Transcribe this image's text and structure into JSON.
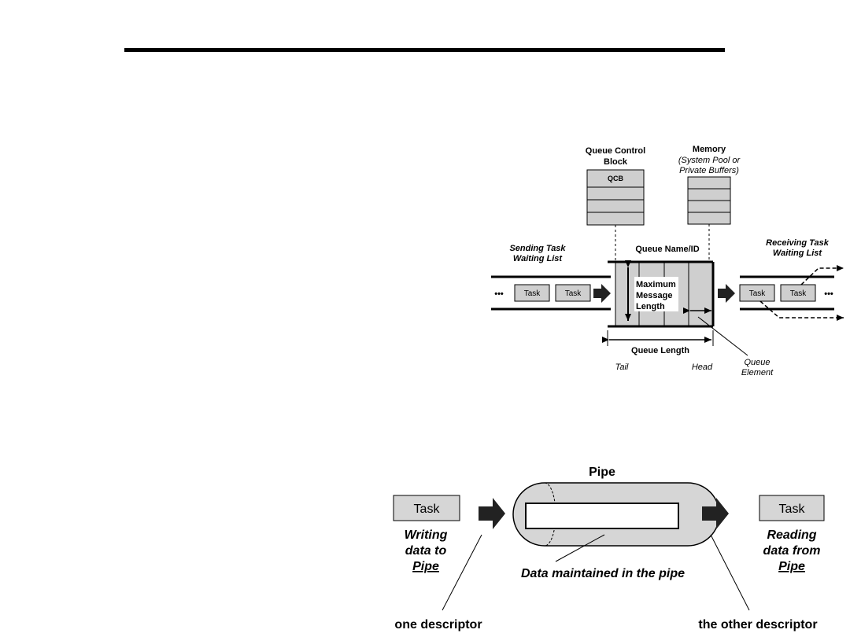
{
  "queue_diagram": {
    "qcb_title_line1": "Queue Control",
    "qcb_title_line2": "Block",
    "qcb_label": "QCB",
    "memory_title": "Memory",
    "memory_sub_line1": "(System Pool or",
    "memory_sub_line2": "Private Buffers)",
    "sending_line1": "Sending Task",
    "sending_line2": "Waiting List",
    "queue_name": "Queue Name/ID",
    "receiving_line1": "Receiving Task",
    "receiving_line2": "Waiting List",
    "task_label": "Task",
    "ellipsis": "•••",
    "max_line1": "Maximum",
    "max_line2": "Message",
    "max_line3": "Length",
    "queue_length": "Queue Length",
    "tail": "Tail",
    "head": "Head",
    "element_line1": "Queue",
    "element_line2": "Element"
  },
  "pipe_diagram": {
    "title": "Pipe",
    "task_label": "Task",
    "writing_line1": "Writing",
    "writing_line2": "data to",
    "writing_line3": "Pipe",
    "reading_line1": "Reading",
    "reading_line2": "data from",
    "reading_line3": "Pipe",
    "data_maintained": "Data maintained in the pipe",
    "one_descriptor": "one descriptor",
    "other_descriptor": "the other descriptor"
  }
}
